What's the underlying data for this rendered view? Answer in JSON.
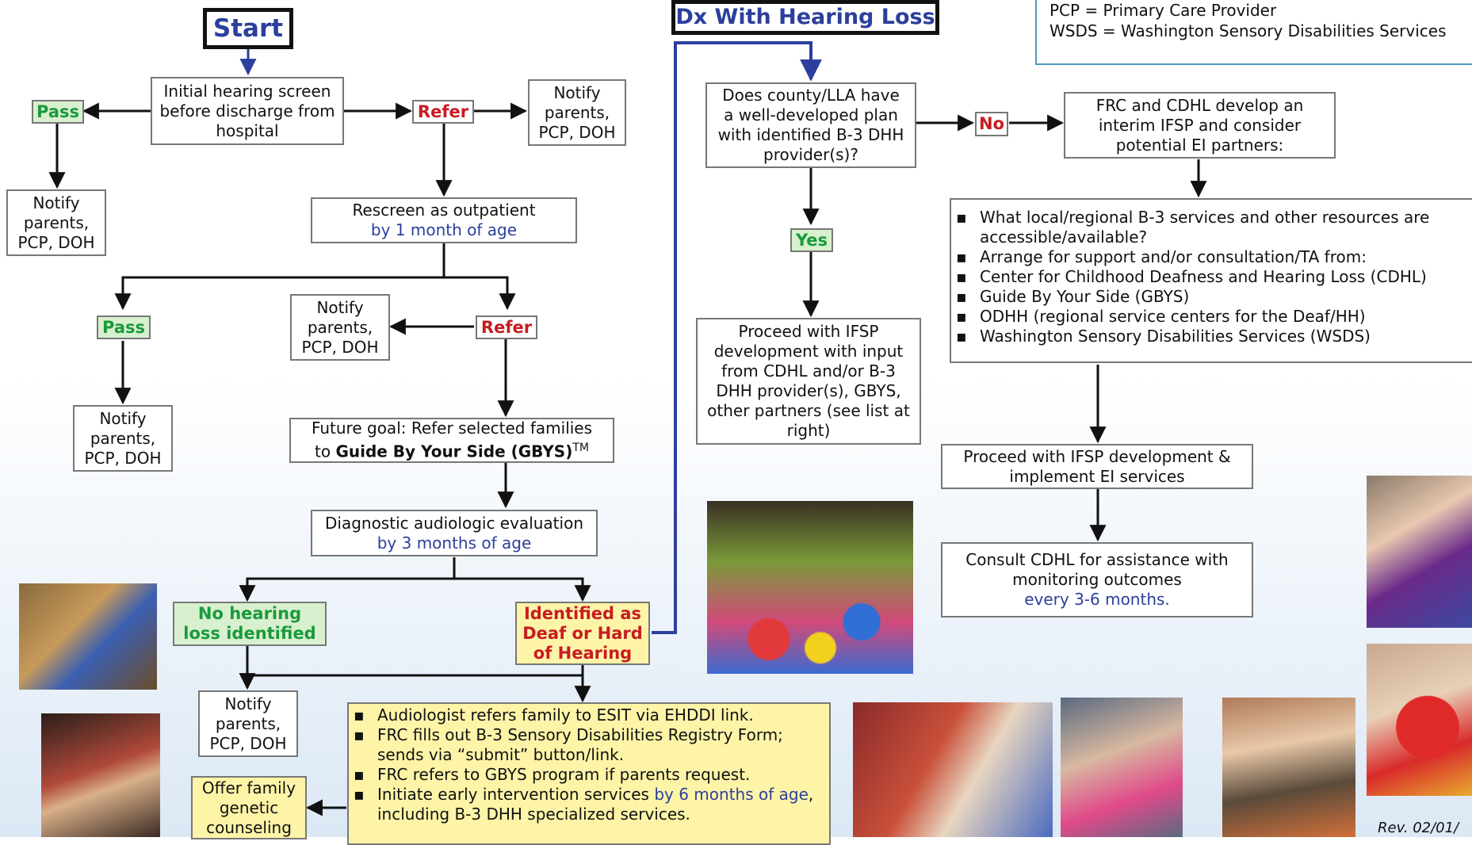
{
  "legend": {
    "pcp": "PCP = Primary Care Provider",
    "wsds": "WSDS = Washington Sensory Disabilities Services"
  },
  "titles": {
    "start": "Start",
    "dx": "Dx With Hearing Loss"
  },
  "left_flow": {
    "initial_screen": [
      "Initial hearing screen",
      "before discharge from",
      "hospital"
    ],
    "pass_label": "Pass",
    "refer_label": "Refer",
    "notify_lines": [
      "Notify",
      "parents,",
      "PCP, DOH"
    ],
    "rescreen": {
      "line1": "Rescreen as outpatient",
      "line2": "by 1 month of age"
    },
    "future_goal": {
      "line1": "Future goal: Refer selected families",
      "prefix": "to ",
      "bold": "Guide By Your Side (GBYS)",
      "tm": "TM"
    },
    "diagnostic": {
      "line1": "Diagnostic audiologic evaluation",
      "line2": "by 3 months of age"
    },
    "no_loss": [
      "No hearing",
      "loss identified"
    ],
    "identified": [
      "Identified as",
      "Deaf or Hard",
      "of Hearing"
    ],
    "genetic": [
      "Offer family",
      "genetic",
      "counseling"
    ],
    "actions": [
      {
        "text": "Audiologist refers family to ESIT via EHDDI link."
      },
      {
        "text": "FRC fills out B-3 Sensory Disabilities Registry Form; sends via “submit” button/link."
      },
      {
        "text": "FRC refers to GBYS program if parents request."
      },
      {
        "pre": "Initiate early intervention services ",
        "blue": "by 6 months of age",
        "post": ", including B-3 DHH specialized services."
      }
    ]
  },
  "right_flow": {
    "question": [
      "Does county/LLA have",
      "a well-developed plan",
      "with identified B-3 DHH",
      "provider(s)?"
    ],
    "no_label": "No",
    "yes_label": "Yes",
    "frc_interim": [
      "FRC and CDHL develop an",
      "interim IFSP and consider",
      "potential EI partners:"
    ],
    "resources": [
      "What local/regional B-3 services and other resources are accessible/available?",
      "Arrange for support and/or consultation/TA from:",
      "Center for Childhood Deafness and Hearing Loss (CDHL)",
      "Guide By Your Side (GBYS)",
      "ODHH (regional service centers for the Deaf/HH)",
      "Washington Sensory Disabilities Services (WSDS)"
    ],
    "proceed_yes": [
      "Proceed with IFSP",
      "development with input",
      "from CDHL and/or B-3",
      "DHH provider(s), GBYS,",
      "other partners (see list at",
      "right)"
    ],
    "proceed_no": [
      "Proceed with IFSP development &",
      "implement EI services"
    ],
    "consult": {
      "line1": "Consult CDHL for assistance with",
      "line2": "monitoring outcomes",
      "line3": "every 3-6 months."
    }
  },
  "footer": {
    "rev": "Rev. 02/01/"
  },
  "colors": {
    "title_blue": "#2c3f9c",
    "refer_red": "#c81b22",
    "pass_green": "#1a9a3a",
    "pass_bg": "#d8f0d0",
    "yellow_bg": "#fdf4a8",
    "connector_blue": "#2c3f9c"
  }
}
